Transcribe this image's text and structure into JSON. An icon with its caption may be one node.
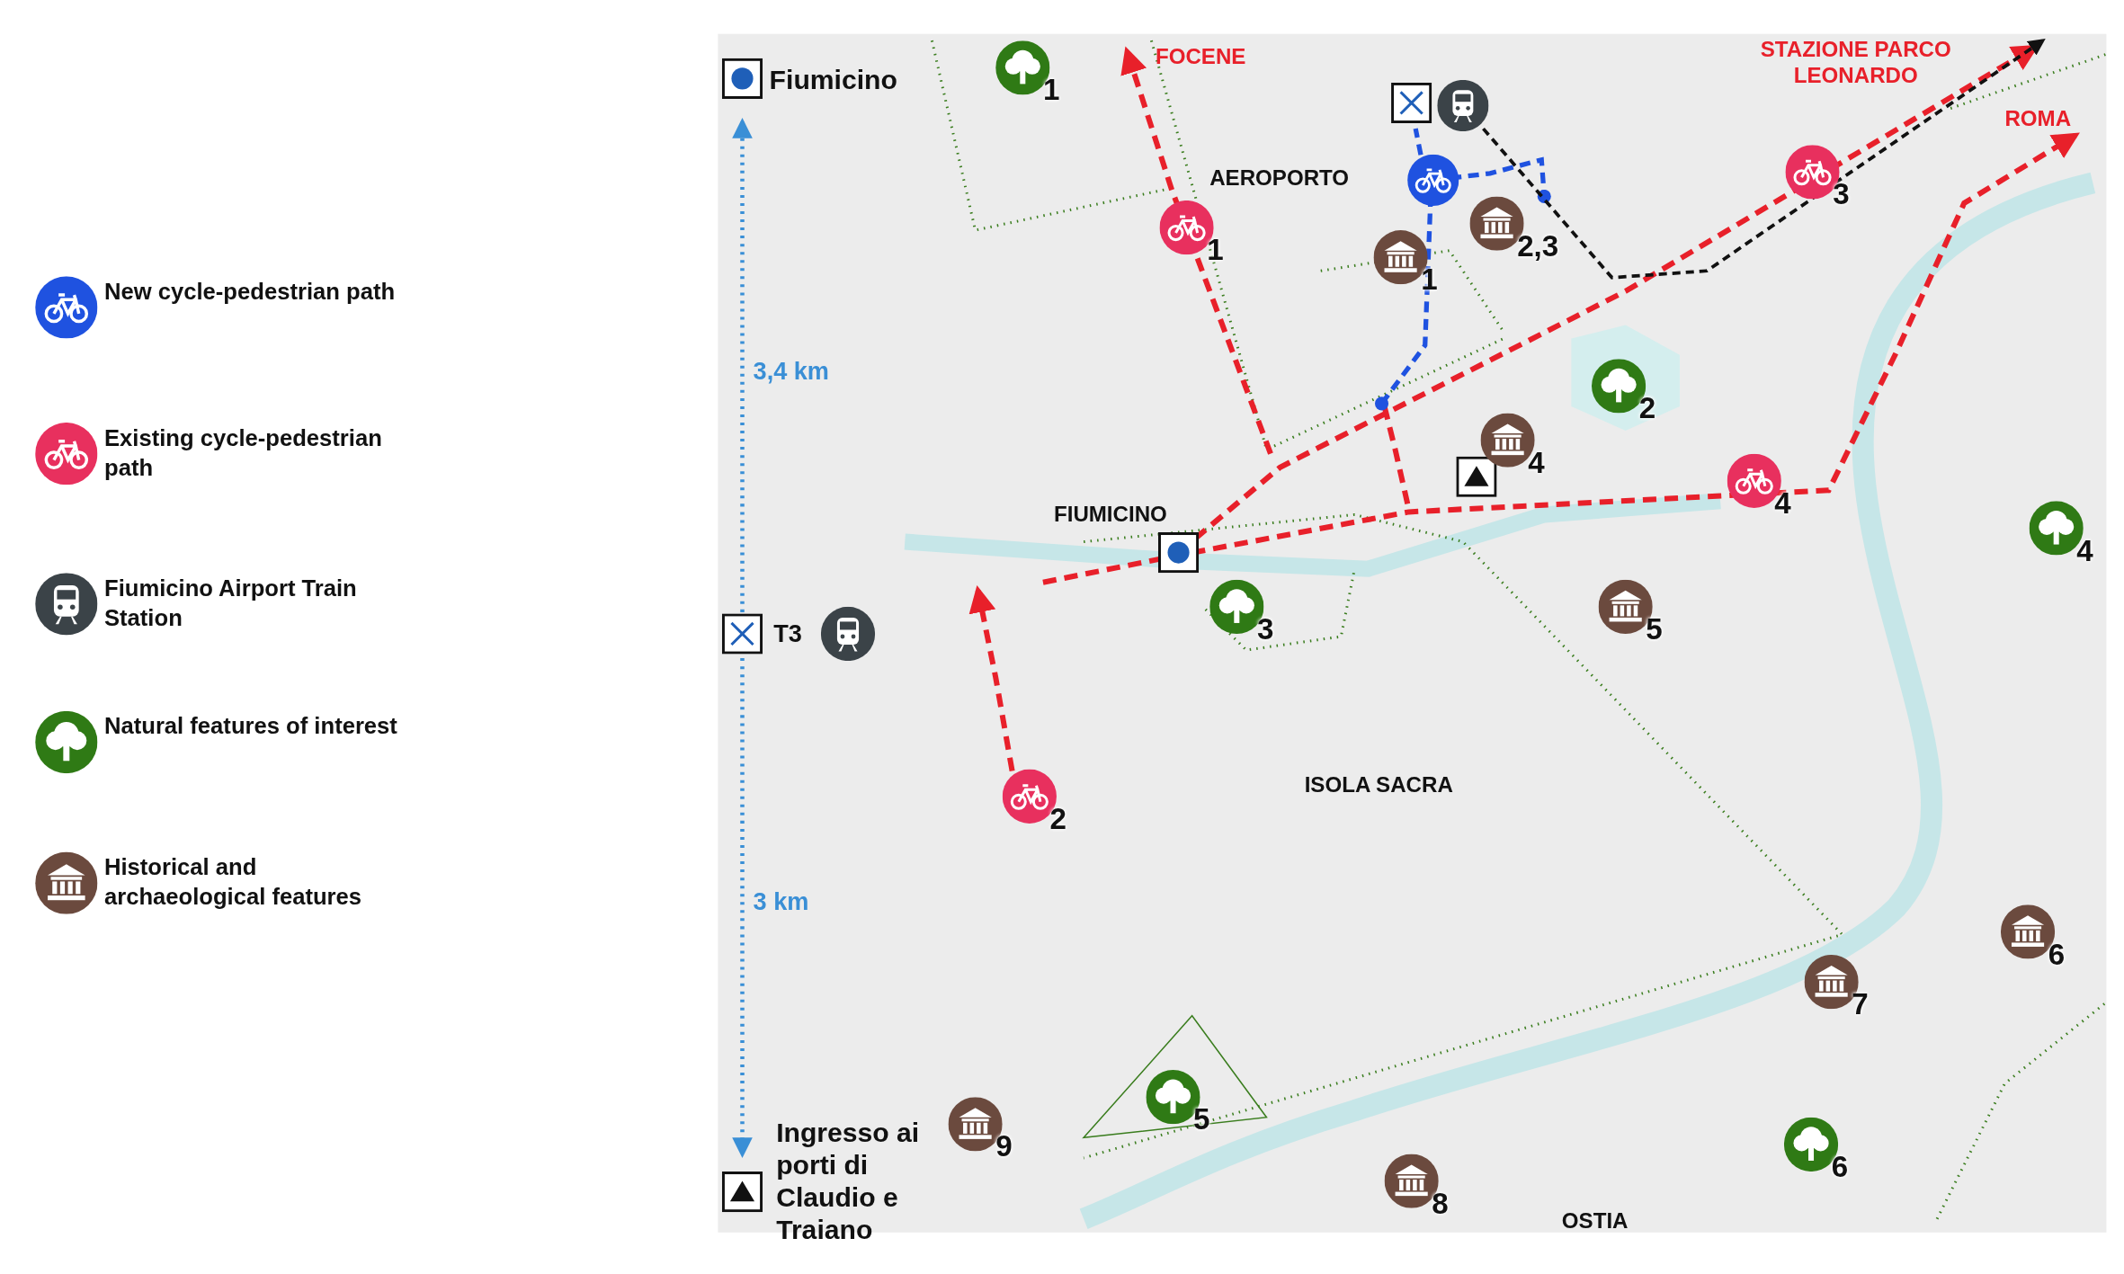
{
  "diagram": {
    "nodes": [
      {
        "text": [
          "1"
        ]
      },
      {
        "text": [
          "3"
        ]
      },
      {
        "text": [
          "1"
        ]
      },
      {
        "text": [
          "2,3"
        ]
      },
      {
        "text": [
          "1"
        ]
      },
      {
        "text": [
          "2"
        ]
      },
      {
        "text": [
          "4"
        ]
      },
      {
        "text": [
          "4"
        ]
      },
      {
        "text": [
          "4"
        ]
      },
      {
        "text": [
          "3"
        ]
      },
      {
        "text": [
          "5"
        ]
      },
      {
        "text": [
          "2"
        ]
      },
      {
        "text": [
          "6"
        ]
      },
      {
        "text": [
          "7"
        ]
      },
      {
        "text": [
          "5"
        ]
      },
      {
        "text": [
          "9"
        ]
      },
      {
        "text": [
          "6"
        ]
      },
      {
        "text": [
          "8"
        ]
      }
    ],
    "labels": [
      "Fiumicino",
      "3,4 km",
      "T3",
      "3 km",
      "Ingresso ai porti di Claudio e Traiano",
      "FOCENE",
      "STAZIONE PARCO LEONARDO",
      "ROMA",
      "AEROPORTO",
      "FIUMICINO",
      "ISOLA SACRA",
      "OSTIA"
    ],
    "legend": [
      {
        "text": "New cycle-pedestrian path"
      },
      {
        "text": "Existing cycle-pedestrian path"
      },
      {
        "text": "Fiumicino Airport Train Station"
      },
      {
        "text": "Natural features of interest"
      },
      {
        "text": "Historical and archaeological features"
      }
    ]
  }
}
